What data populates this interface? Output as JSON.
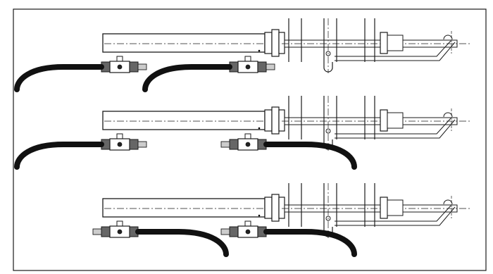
{
  "figure": {
    "rows": [
      {
        "id": "row-1",
        "left_hose": "left",
        "right_hose": "left"
      },
      {
        "id": "row-2",
        "left_hose": "left",
        "right_hose": "right"
      },
      {
        "id": "row-3",
        "left_hose": "right",
        "right_hose": "right"
      }
    ]
  },
  "colors": {
    "line": "#1a1a1a",
    "hose": "#111111",
    "fitting": "#444444",
    "background": "#ffffff"
  }
}
